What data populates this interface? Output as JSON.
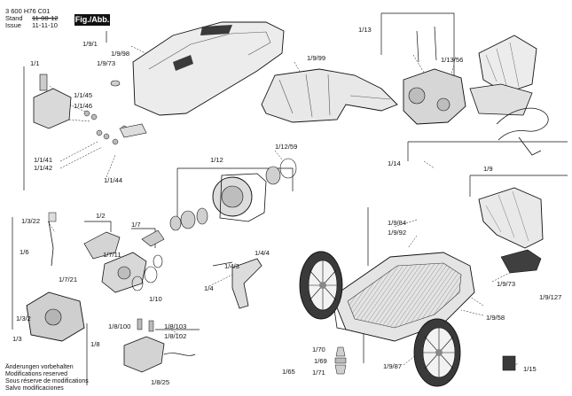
{
  "header": {
    "doc_number": "3 600 H76 C01",
    "stand_label": "Stand",
    "stand_old": "11-08-12",
    "issue_label": "Issue",
    "issue_date": "11-11-10",
    "fig_label": "Fig./Abb. 1"
  },
  "footer": {
    "lines": [
      "Änderungen vorbehalten",
      "Modifications reserved",
      "Sous réserve de modifications",
      "Salvo modificaciones"
    ]
  },
  "part_labels": [
    "1/1",
    "1/1/45",
    "1/1/46",
    "1/1/41",
    "1/1/42",
    "1/1/44",
    "1/9/1",
    "1/9/98",
    "1/9/73",
    "1/9/99",
    "1/13",
    "1/13/56",
    "1/12/59",
    "1/12",
    "1/14",
    "1/9",
    "1/3/22",
    "1/6",
    "1/2",
    "1/7",
    "1/7/11",
    "1/7/21",
    "1/10",
    "1/3/2",
    "1/3",
    "1/4/3",
    "1/4/4",
    "1/4",
    "1/9/84",
    "1/9/92",
    "1/9/73",
    "1/9/127",
    "1/9/58",
    "1/8/100",
    "1/8/103",
    "1/8/102",
    "1/8",
    "1/8/25",
    "1/70",
    "1/69",
    "1/71",
    "1/65",
    "1/9/87",
    "1/15"
  ],
  "colors": {
    "ink": "#111111",
    "part_fill": "#e6e6e6",
    "part_dark": "#3a3a3a",
    "paper": "#ffffff"
  }
}
